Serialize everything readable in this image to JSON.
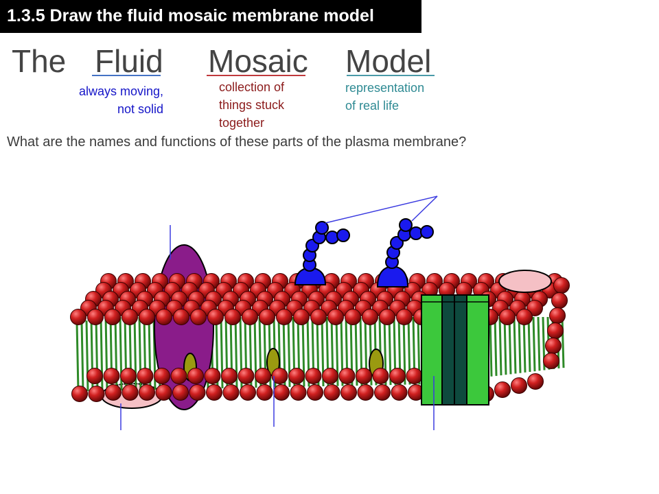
{
  "header": {
    "title": "1.3.5 Draw the fluid mosaic membrane model"
  },
  "title_words": [
    {
      "text": "The"
    },
    {
      "text": "Fluid",
      "note_lines": [
        "always moving,",
        "not solid"
      ]
    },
    {
      "text": "Mosaic",
      "note_lines": [
        "collection of",
        "things stuck",
        "together"
      ]
    },
    {
      "text": "Model",
      "note_lines": [
        "representation",
        "of real life"
      ]
    }
  ],
  "question": "What are the names and functions of these parts of the plasma membrane?",
  "colors": {
    "header_bg": "#000000",
    "header_text": "#ffffff",
    "fluid_underline": "#4472c4",
    "fluid_note": "#1515c8",
    "mosaic_underline": "#c0393b",
    "mosaic_note": "#8b1a1a",
    "model_underline": "#4a9aa8",
    "model_note": "#2e8a93",
    "phosphate_head": "#c41818",
    "fatty_tail": "#2e8a28",
    "glycoprotein": "#8a1c8a",
    "channel_protein": "#3cc83c",
    "channel_core": "#0e4a3e",
    "carbohydrate": "#1a1aee",
    "cholesterol": "#9a9a10",
    "peripheral_protein": "#f5c0c5",
    "pointer_line": "#3a3ae0"
  }
}
